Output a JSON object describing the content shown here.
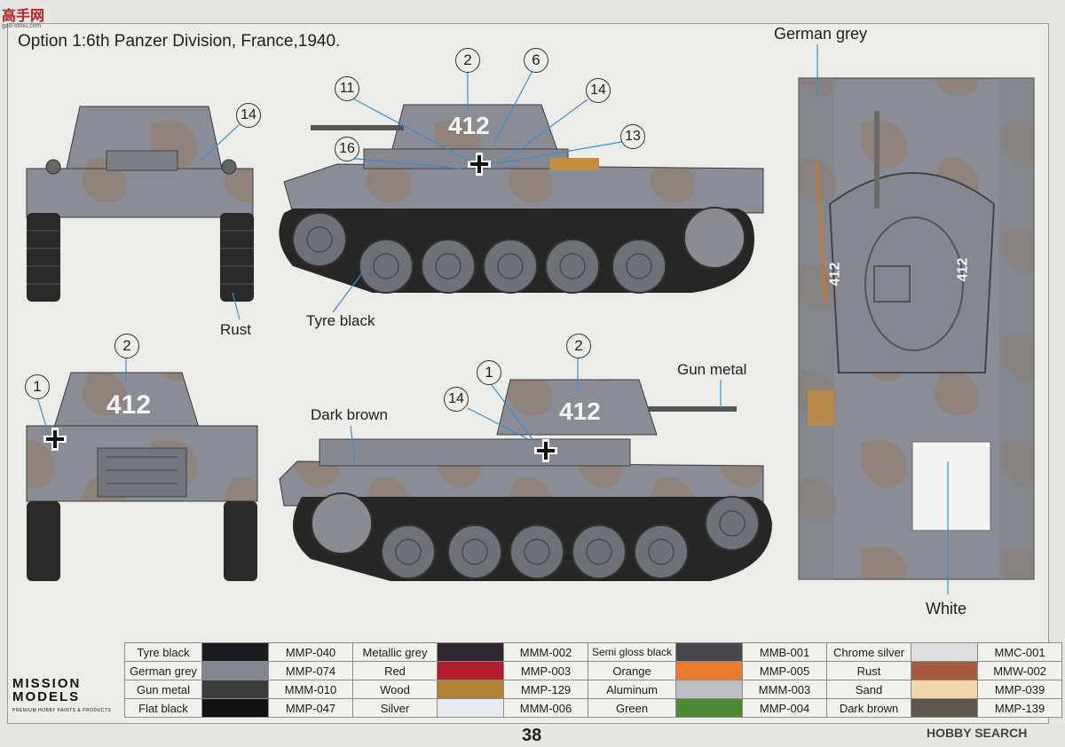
{
  "header": {
    "site_logo": "高手网",
    "site_domain": "gao-shou.com",
    "title": "Option 1:6th Panzer Division, France,1940."
  },
  "labels": {
    "german_grey": "German grey",
    "rust": "Rust",
    "tyre_black": "Tyre black",
    "gun_metal": "Gun metal",
    "dark_brown": "Dark brown",
    "white": "White"
  },
  "callouts": {
    "c2_top": "2",
    "c6": "6",
    "c11": "11",
    "c14_side": "14",
    "c13": "13",
    "c16": "16",
    "c14_front": "14",
    "c2_rear": "2",
    "c1_rear": "1",
    "c1_side": "1",
    "c2_side": "2",
    "c14_side2": "14"
  },
  "markings": {
    "turret_number": "412"
  },
  "color_table": {
    "rows": [
      [
        {
          "name": "Tyre black",
          "color": "#1b1b1d",
          "code": "MMP-040"
        },
        {
          "name": "Metallic grey",
          "color": "#2e2730",
          "code": "MMM-002"
        },
        {
          "name": "Semi gloss black",
          "color": "#48484a",
          "code": "MMB-001"
        },
        {
          "name": "Chrome silver",
          "color": "#dedede",
          "code": "MMC-001"
        }
      ],
      [
        {
          "name": "German grey",
          "color": "#83868e",
          "code": "MMP-074"
        },
        {
          "name": "Red",
          "color": "#b21e2c",
          "code": "MMP-003"
        },
        {
          "name": "Orange",
          "color": "#ea7a2e",
          "code": "MMP-005"
        },
        {
          "name": "Rust",
          "color": "#a65a3e",
          "code": "MMW-002"
        }
      ],
      [
        {
          "name": "Gun metal",
          "color": "#3b3d3c",
          "code": "MMM-010"
        },
        {
          "name": "Wood",
          "color": "#b08236",
          "code": "MMP-129"
        },
        {
          "name": "Aluminum",
          "color": "#bebfc1",
          "code": "MMM-003"
        },
        {
          "name": "Sand",
          "color": "#f2d7ad",
          "code": "MMP-039"
        }
      ],
      [
        {
          "name": "Flat black",
          "color": "#121212",
          "code": "MMP-047"
        },
        {
          "name": "Silver",
          "color": "#e6eaee",
          "code": "MMM-006"
        },
        {
          "name": "Green",
          "color": "#4e8a32",
          "code": "MMP-004"
        },
        {
          "name": "Dark brown",
          "color": "#5e5450",
          "code": "MMP-139"
        }
      ]
    ]
  },
  "footer": {
    "brand_line1": "MISSION",
    "brand_line2": "MODELS",
    "brand_tagline": "PREMIUM HOBBY PAINTS & PRODUCTS",
    "page_number": "38",
    "watermark": "HOBBY SEARCH"
  }
}
